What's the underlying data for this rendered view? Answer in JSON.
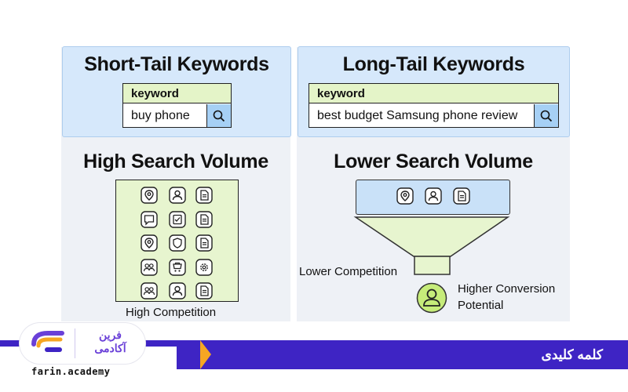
{
  "left": {
    "title": "Short-Tail Keywords",
    "keyword_label": "keyword",
    "search_value": "buy phone",
    "volume_title": "High Search Volume",
    "competition": "High Competition"
  },
  "right": {
    "title": "Long-Tail Keywords",
    "keyword_label": "keyword",
    "search_value": "best budget Samsung phone review",
    "volume_title": "Lower Search Volume",
    "competition": "Lower Competition",
    "conversion_line1": "Higher Conversion",
    "conversion_line2": "Potential"
  },
  "grid_icons": [
    "location-icon",
    "user-icon",
    "document-icon",
    "chat-icon",
    "checklist-icon",
    "document-icon",
    "location-icon",
    "shield-icon",
    "document-icon",
    "group-icon",
    "cart-icon",
    "gear-icon",
    "group-icon",
    "user-icon",
    "document-icon"
  ],
  "funnel_icons": [
    "location-icon",
    "user-icon",
    "document-icon"
  ],
  "footer": {
    "title": "کلمه کلیدی",
    "logo_line1": "فرین",
    "logo_line2": "آکادمی",
    "domain": "farin.academy"
  },
  "colors": {
    "accent_blue": "#d6e8fb",
    "accent_green": "#e4f4c8",
    "search_button": "#a6d0f5",
    "brand_purple": "#3e24c4",
    "brand_orange": "#f6a623"
  }
}
